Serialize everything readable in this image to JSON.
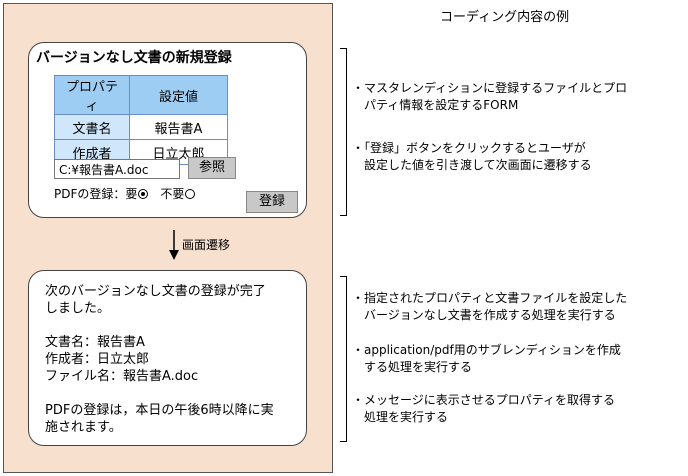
{
  "heading": "コーディング内容の例",
  "form": {
    "title": "バージョンなし文書の新規登録",
    "table_header": [
      "プロパティ",
      "設定値"
    ],
    "rows": [
      {
        "key": "文書名",
        "value": "報告書A"
      },
      {
        "key": "作成者",
        "value": "日立太郎"
      }
    ],
    "file_value": "C:¥報告書A.doc",
    "browse_label": "参照",
    "pdf_label": "PDFの登録：要",
    "pdf_no_label": "不要",
    "pdf_selected": "要",
    "register_label": "登録"
  },
  "transition_label": "画面遷移",
  "result": {
    "line1": "次のバージョンなし文書の登録が完了",
    "line2": "しました。",
    "doc_name": "文書名：報告書A",
    "author": "作成者：日立太郎",
    "file_name": "ファイル名：報告書A.doc",
    "pdf_line1": "PDFの登録は，本日の午後6時以降に実",
    "pdf_line2": "施されます。"
  },
  "notes_top": [
    {
      "line1": "・マスタレンディションに登録するファイルとプロ",
      "line2": "　パティ情報を設定するFORM"
    },
    {
      "line1": "・「登録」ボタンをクリックするとユーザが",
      "line2": "　設定した値を引き渡して次画面に遷移する"
    }
  ],
  "notes_bottom": [
    {
      "line1": "・指定されたプロパティと文書ファイルを設定した",
      "line2": "　バージョンなし文書を作成する処理を実行する"
    },
    {
      "line1": "・application/pdf用のサブレンディションを作成",
      "line2": "　する処理を実行する"
    },
    {
      "line1": "・メッセージに表示させるプロパティを取得する",
      "line2": "　処理を実行する"
    }
  ]
}
